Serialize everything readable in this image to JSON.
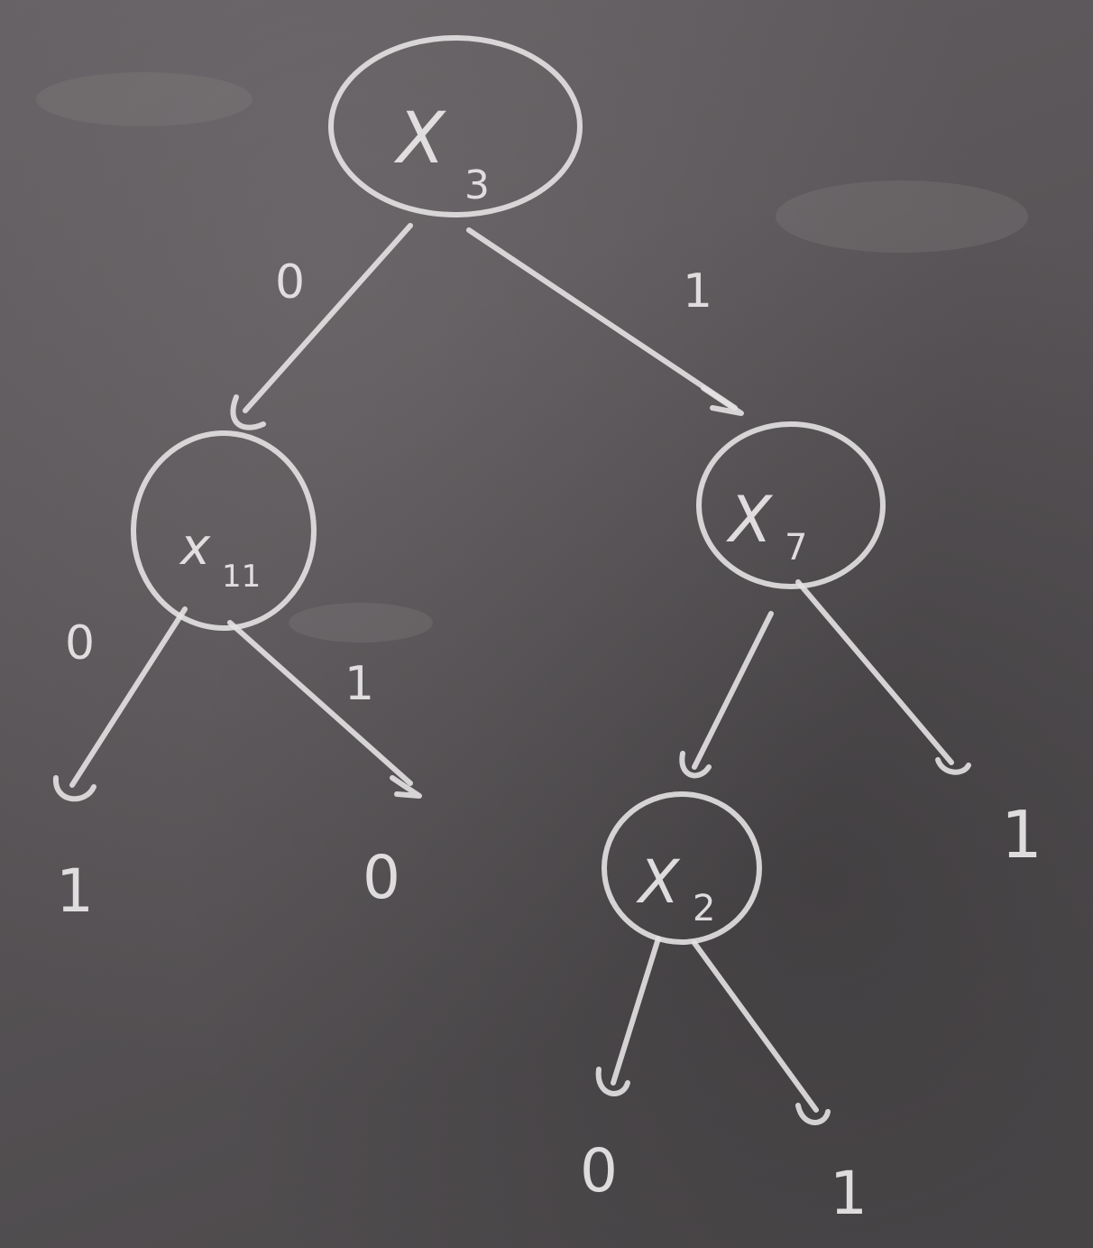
{
  "nodes": {
    "root": {
      "var": "X",
      "sub": "3"
    },
    "left": {
      "var": "x",
      "sub": "11"
    },
    "right": {
      "var": "X",
      "sub": "7"
    },
    "lower": {
      "var": "X",
      "sub": "2"
    }
  },
  "edges": {
    "root_left": "0",
    "root_right": "1",
    "left_left": "0",
    "left_right": "1"
  },
  "leaves": {
    "left_left": "1",
    "left_right": "0",
    "right_right": "1",
    "lower_left": "0",
    "lower_right": "1"
  }
}
